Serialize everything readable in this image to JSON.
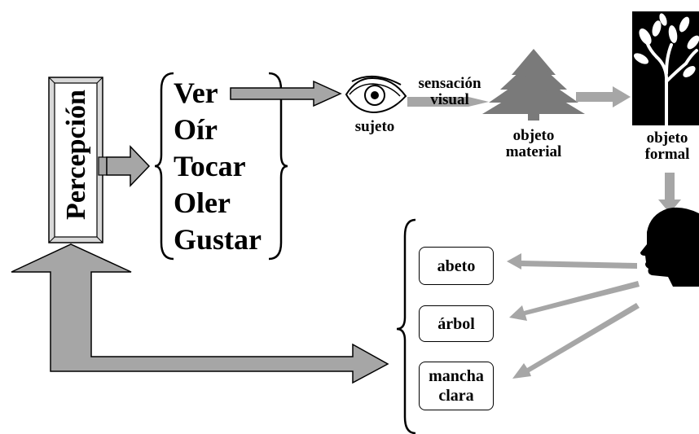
{
  "perception": {
    "label": "Percepción"
  },
  "senses": [
    "Ver",
    "Oír",
    "Tocar",
    "Oler",
    "Gustar"
  ],
  "subject": {
    "label": "sujeto"
  },
  "sensation": {
    "line1": "sensación",
    "line2": "visual"
  },
  "material_object": {
    "line1": "objeto",
    "line2": "material"
  },
  "formal_object": {
    "line1": "objeto",
    "line2": "formal"
  },
  "interpretations": [
    "abeto",
    "árbol",
    "mancha clara"
  ],
  "colors": {
    "arrow_fill": "#a6a6a6",
    "arrow_stroke": "#000000",
    "tree": "#7a7a7a",
    "frame": "#d0d0d0"
  }
}
